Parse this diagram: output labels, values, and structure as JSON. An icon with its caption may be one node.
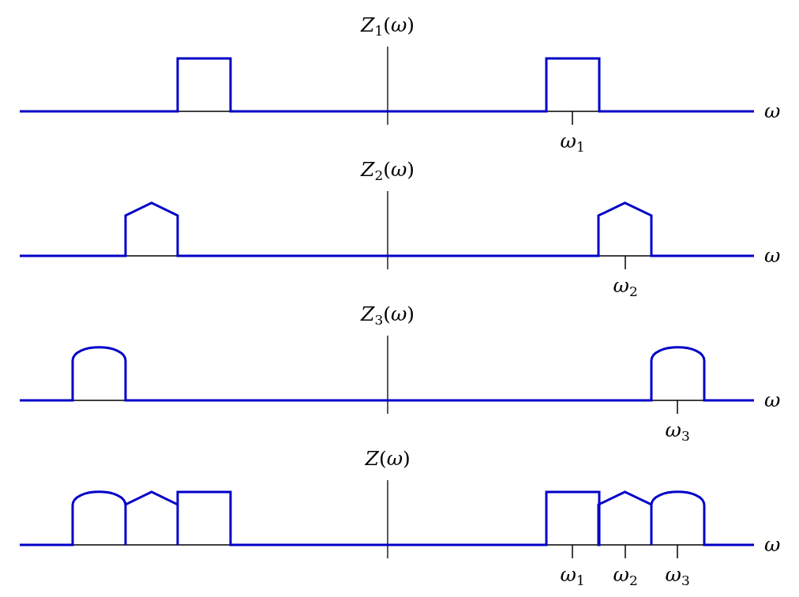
{
  "diagram": {
    "labels": [
      "*Z*$_{1}$(*ω*)",
      "*ω*",
      "*ω*$_{1}$",
      "*Z*$_{2}$(*ω*)",
      "*ω*",
      "*ω*$_{2}$",
      "*Z*$_{3}$(*ω*)",
      "*ω*",
      "*ω*$_{3}$",
      "*Z*(*ω*)",
      "*ω*",
      "*ω*$_{1}$",
      "*ω*$_{2}$",
      "*ω*$_{3}$"
    ]
  }
}
